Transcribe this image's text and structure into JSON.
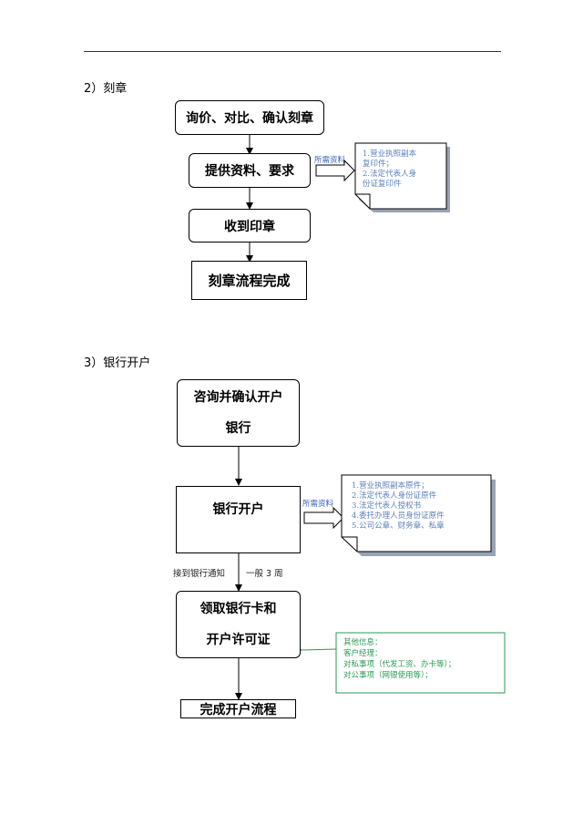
{
  "section2": {
    "heading": "2）刻章",
    "steps": [
      "询价、对比、确认刻章",
      "提供资料、要求",
      "收到印章",
      "刻章流程完成"
    ],
    "note_label": "所需资料",
    "note_lines": [
      "1.营业执照副本",
      "复印件；",
      "2.法定代表人身",
      "份证复印件"
    ]
  },
  "section3": {
    "heading": "3）银行开户",
    "steps": {
      "consult": [
        "咨询并确认开户",
        "银行"
      ],
      "open": "银行开户",
      "receive": [
        "领取银行卡和",
        "开户许可证"
      ],
      "done": "完成开户流程"
    },
    "note_label": "所需资料",
    "note_lines": [
      "1.营业执照副本原件；",
      "2.法定代表人身份证原件",
      "3.法定代表人授权书",
      "4.委托办理人员身份证原件",
      "5.公司公章、财务章、私章"
    ],
    "edge_notice": "接到银行通知",
    "edge_period": "一般 3 周",
    "other_info": [
      "其他信息：",
      "客户经理：",
      "对私事项（代发工资、办卡等）；",
      "对公事项（网银使用等）；"
    ]
  }
}
